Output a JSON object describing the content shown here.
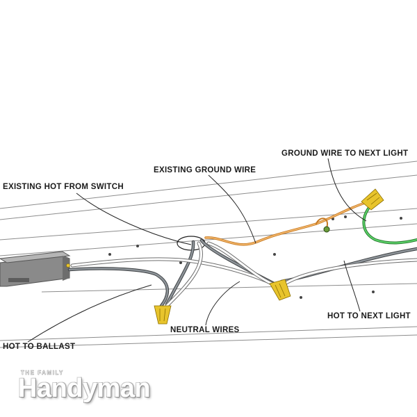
{
  "labels": {
    "ground_next": "GROUND WIRE TO NEXT LIGHT",
    "existing_ground": "EXISTING GROUND WIRE",
    "existing_hot": "EXISTING HOT FROM SWITCH",
    "hot_next": "HOT TO NEXT LIGHT",
    "neutral": "NEUTRAL WIRES",
    "hot_ballast": "HOT TO BALLAST"
  },
  "logo": {
    "small": "THE FAMILY",
    "main": "Handyman"
  },
  "colors": {
    "hot_wire": "#5a5e63",
    "neutral_wire": "#ffffff",
    "ground_bare": "#e8a24a",
    "ground_green": "#3fb34f",
    "wire_nut": "#e8c42c",
    "fixture_line": "#8c8c8c"
  }
}
